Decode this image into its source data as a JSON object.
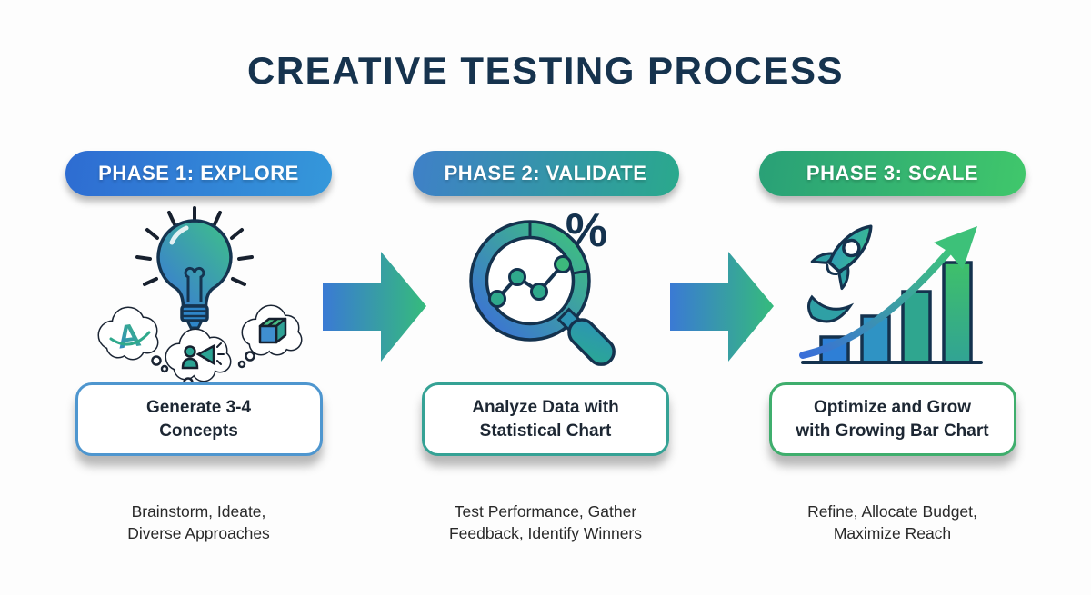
{
  "title": "CREATIVE TESTING PROCESS",
  "colors": {
    "title_navy": "#16334E",
    "outline_navy": "#14324E",
    "accent_blue": "#2E74D0",
    "accent_teal": "#2EA48C",
    "accent_green": "#3CBE6E"
  },
  "phases": [
    {
      "badge": "PHASE 1: EXPLORE",
      "icon": "lightbulb-ideation-icon",
      "bubble_letter": "A",
      "card_line1": "Generate 3-4",
      "card_line2": "Concepts",
      "caption_line1": "Brainstorm, Ideate,",
      "caption_line2": "Diverse Approaches"
    },
    {
      "badge": "PHASE 2: VALIDATE",
      "icon": "magnifier-chart-icon",
      "symbol": "%",
      "card_line1": "Analyze Data with",
      "card_line2": "Statistical Chart",
      "caption_line1": "Test Performance, Gather",
      "caption_line2": "Feedback, Identify Winners"
    },
    {
      "badge": "PHASE 3: SCALE",
      "icon": "rocket-growth-icon",
      "card_line1": "Optimize and Grow",
      "card_line2": "with Growing Bar Chart",
      "caption_line1": "Refine, Allocate Budget,",
      "caption_line2": "Maximize Reach"
    }
  ]
}
